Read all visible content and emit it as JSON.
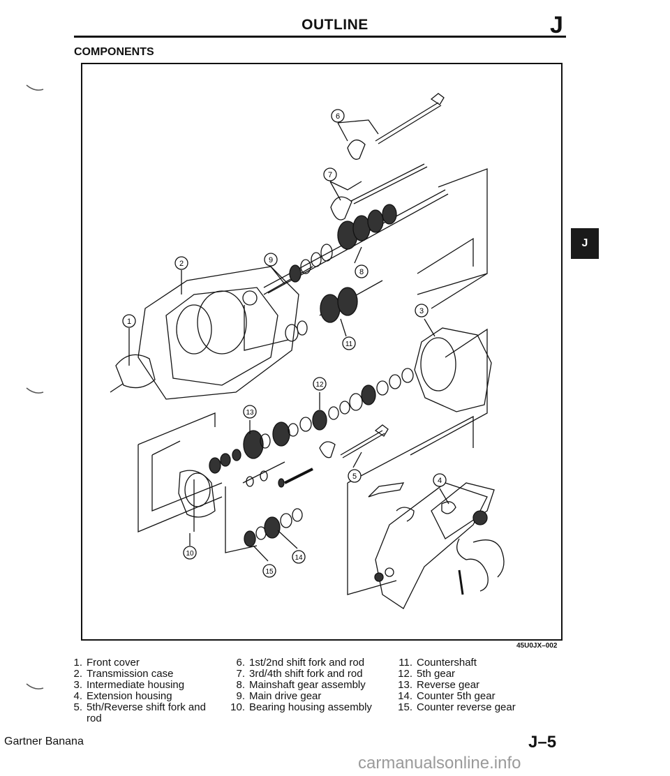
{
  "header": {
    "title": "OUTLINE",
    "section_letter": "J"
  },
  "section_title": "COMPONENTS",
  "side_tab": "J",
  "figure": {
    "code": "45U0JX–002",
    "callouts": [
      "1",
      "2",
      "3",
      "4",
      "5",
      "6",
      "7",
      "8",
      "9",
      "10",
      "11",
      "12",
      "13",
      "14",
      "15"
    ]
  },
  "legend": {
    "col1": [
      {
        "num": "1.",
        "text": "Front cover"
      },
      {
        "num": "2.",
        "text": "Transmission case"
      },
      {
        "num": "3.",
        "text": "Intermediate housing"
      },
      {
        "num": "4.",
        "text": "Extension housing"
      },
      {
        "num": "5.",
        "text": "5th/Reverse shift fork and rod"
      }
    ],
    "col2": [
      {
        "num": "6.",
        "text": "1st/2nd shift fork and rod"
      },
      {
        "num": "7.",
        "text": "3rd/4th shift fork and rod"
      },
      {
        "num": "8.",
        "text": "Mainshaft gear assembly"
      },
      {
        "num": "9.",
        "text": "Main drive gear"
      },
      {
        "num": "10.",
        "text": "Bearing housing assembly"
      }
    ],
    "col3": [
      {
        "num": "11.",
        "text": "Countershaft"
      },
      {
        "num": "12.",
        "text": "5th gear"
      },
      {
        "num": "13.",
        "text": "Reverse gear"
      },
      {
        "num": "14.",
        "text": "Counter 5th gear"
      },
      {
        "num": "15.",
        "text": "Counter reverse gear"
      }
    ]
  },
  "footer": {
    "brand": "Gartner Banana",
    "page_number": "J–5",
    "watermark": "carmanualsonline.info"
  }
}
